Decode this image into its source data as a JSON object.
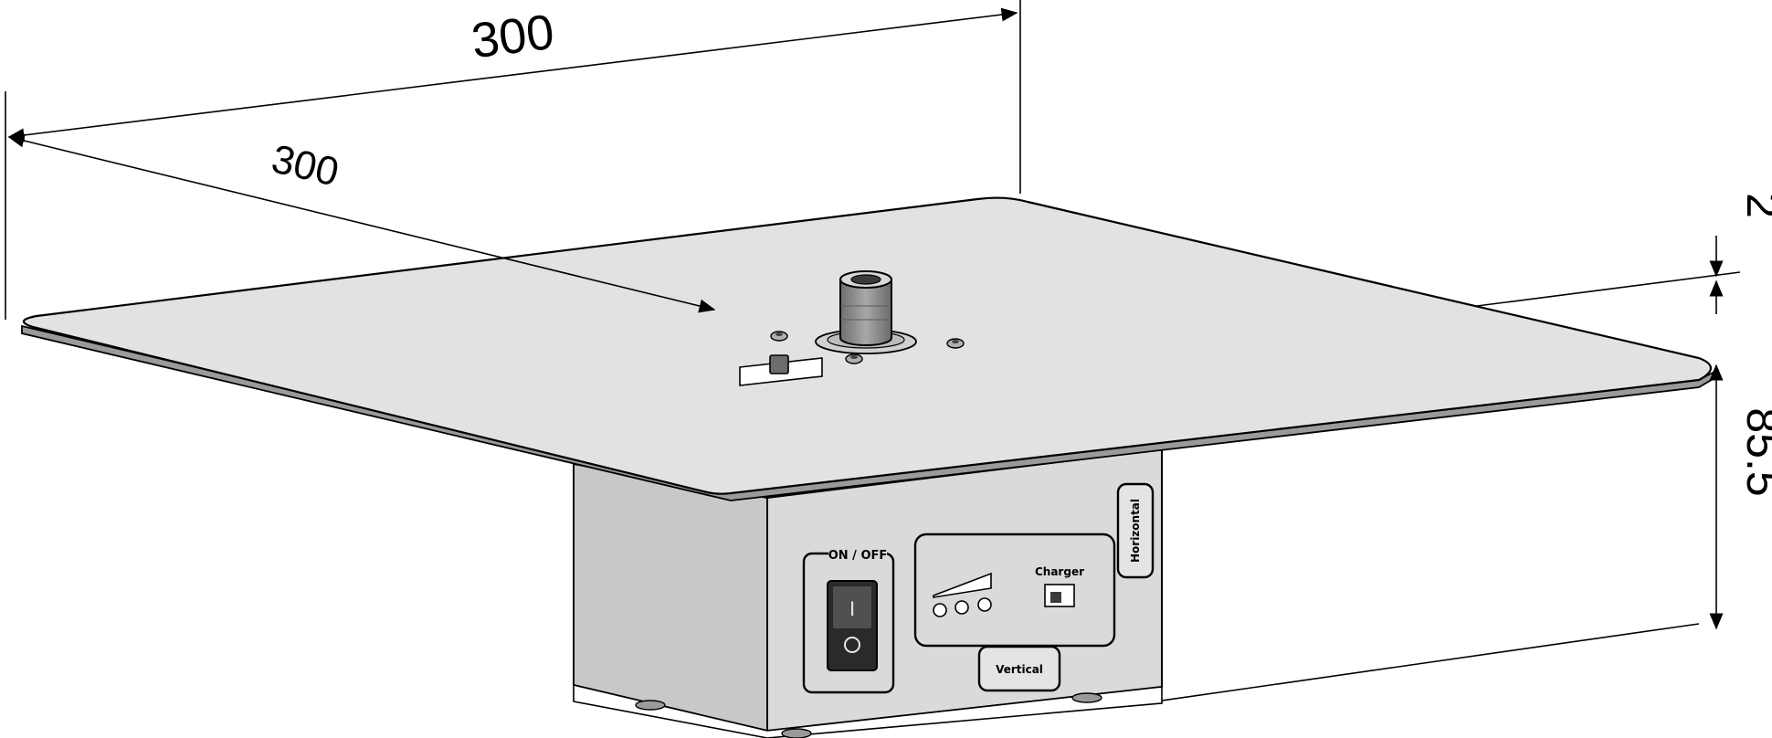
{
  "dimensions": {
    "width_top": "300",
    "depth": "300",
    "plate_thickness": "2",
    "height": "85.5"
  },
  "panel": {
    "switch_label": "ON / OFF",
    "switch_on_symbol": "I",
    "switch_off_symbol": "O",
    "charger_label": "Charger",
    "vertical_button": "Vertical",
    "horizontal_button": "Horizontal"
  },
  "colors": {
    "line": "#000000",
    "plate_top": "#e2e2e2",
    "plate_edge": "#9a9a9a",
    "box_front": "#dadada",
    "box_side": "#c8c8c8",
    "knob": "#8c8c8c",
    "switch_body": "#2a2a2a"
  }
}
